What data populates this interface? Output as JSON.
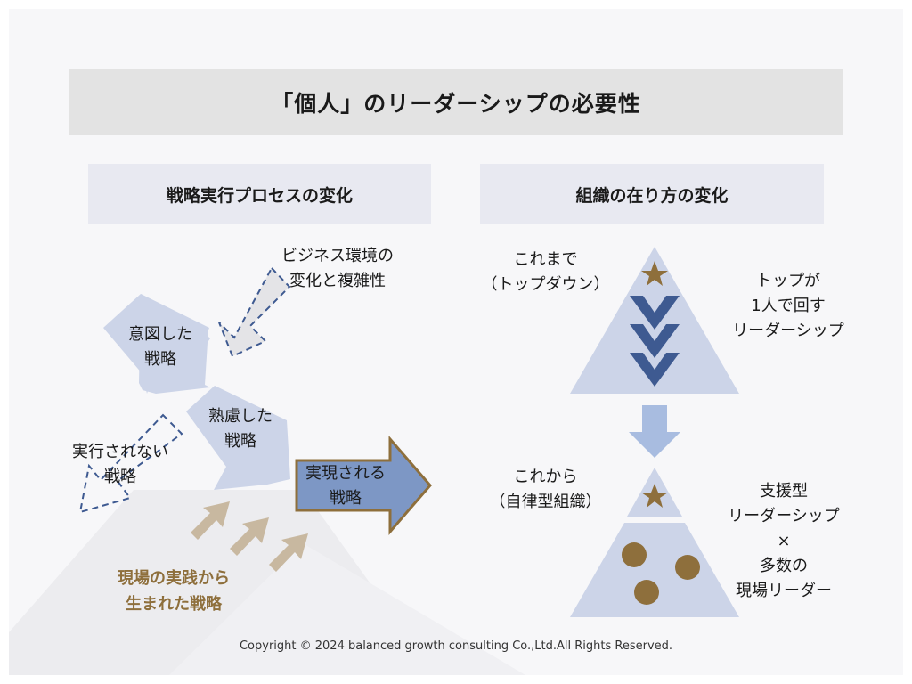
{
  "title": "「個人」のリーダーシップの必要性",
  "left_section": {
    "heading": "戦略実行プロセスの変化",
    "labels": {
      "environment": "ビジネス環境の\n変化と複雑性",
      "intended": "意図した\n戦略",
      "deliberate": "熟慮した\n戦略",
      "unrealized": "実行されない\n戦略",
      "realized": "実現される\n戦略",
      "emergent": "現場の実践から\n生まれた戦略"
    }
  },
  "right_section": {
    "heading": "組織の在り方の変化",
    "labels": {
      "before": "これまで\n（トップダウン）",
      "top_leadership": "トップが\n1人で回す\nリーダーシップ",
      "after": "これから\n（自律型組織）",
      "support_leadership": "支援型\nリーダーシップ\n×\n多数の\n現場リーダー"
    }
  },
  "colors": {
    "slide_bg": "#f7f7f9",
    "title_bg": "#e3e3e3",
    "section_bg": "#e8e9f1",
    "arrow_light": "#ccd4e8",
    "arrow_dark_blue": "#7d97c5",
    "chevron": "#3e5a91",
    "dashed_border": "#3e5a91",
    "gold": "#8e6f3c",
    "tan_arrow": "#c8b8a0",
    "triangle": "#ccd4e8",
    "down_arrow": "#a8bce0"
  },
  "icons": [
    "star-icon",
    "chevron-down-icon",
    "dot-icon"
  ],
  "footer": {
    "copyright": "Copyright © 2024 balanced growth consulting Co.,Ltd.All Rights Reserved."
  }
}
